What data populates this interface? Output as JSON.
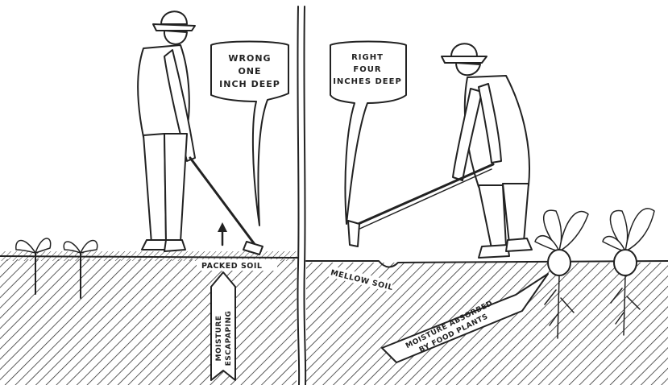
{
  "left_panel": {
    "bubble_lines": [
      "WRONG",
      "ONE",
      "INCH DEEP"
    ],
    "soil_label": "PACKED SOIL",
    "arrow_label_lines": [
      "MOISTURE",
      "ESCAPAPING"
    ]
  },
  "right_panel": {
    "bubble_lines": [
      "RIGHT",
      "FOUR",
      "INCHES DEEP"
    ],
    "soil_label": "MELLOW SOIL",
    "arrow_label_lines": [
      "MOISTURE ABSORBED",
      "BY FOOD PLANTS"
    ]
  },
  "colors": {
    "ink": "#222222",
    "paper": "#ffffff"
  }
}
